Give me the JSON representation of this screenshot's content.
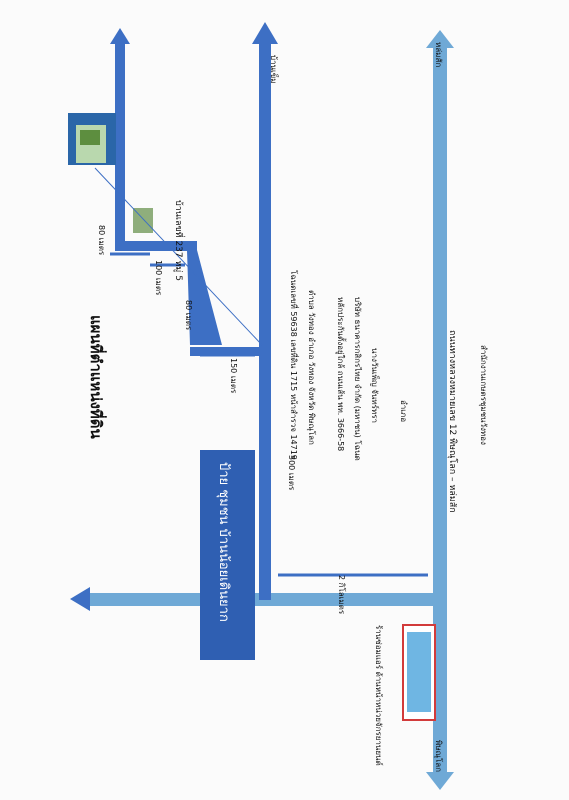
{
  "map": {
    "title": "แผนที่ตำแหน่งที่ดิน",
    "road_main": "ถนนทางหลวงหมายเลข 12 พิษณุโลก – หล่มสัก",
    "road_main_end_left": "พิษณุโลก",
    "road_main_end_right": "หล่มสัก",
    "road_main_note": "สำนักงานเกษตรชุมชนวังทอง",
    "village_road_end": "บ้านเข็ม",
    "village_sign": "ป้าย ชุมชน บ้านน้อยเดินยาก",
    "shop_label": "ร้านซ่อมแอร์ ด้านหน้าหน่วยจักรยานยนต์",
    "distances": {
      "d_2km": "2 กิโลเมตร",
      "d_500": "500 เมตร",
      "d_150": "150 เมตร",
      "d_80a": "80 เมตร",
      "d_100": "100 เมตร",
      "d_80b": "80 เมตร"
    },
    "house_number": "บ้านเลขที่ 237 หมู่ 5",
    "info_lines": [
      "โฉนดเลขที่  59638  เลขที่ดิน  1715  หน้าสำรวจ 14719",
      "ตำบล วังทอง อำเภอ วังทอง จังหวัด พิษณุโลก",
      "หลักประกันตั้งอยู่ใกล้   ถนนเส้น พท. 3666-58",
      "บริษัท ธนาคารกสิกรไทย จำกัด (มหาชน)  โฉนด",
      "นางวันเพ็ญ  จันทร์ทรา",
      "อำเภอ"
    ],
    "colors": {
      "road_main": "#6fa9d6",
      "road_village": "#3d6fc4",
      "sign_bg": "#2f5fb2",
      "sign_text": "#ffffff"
    }
  }
}
